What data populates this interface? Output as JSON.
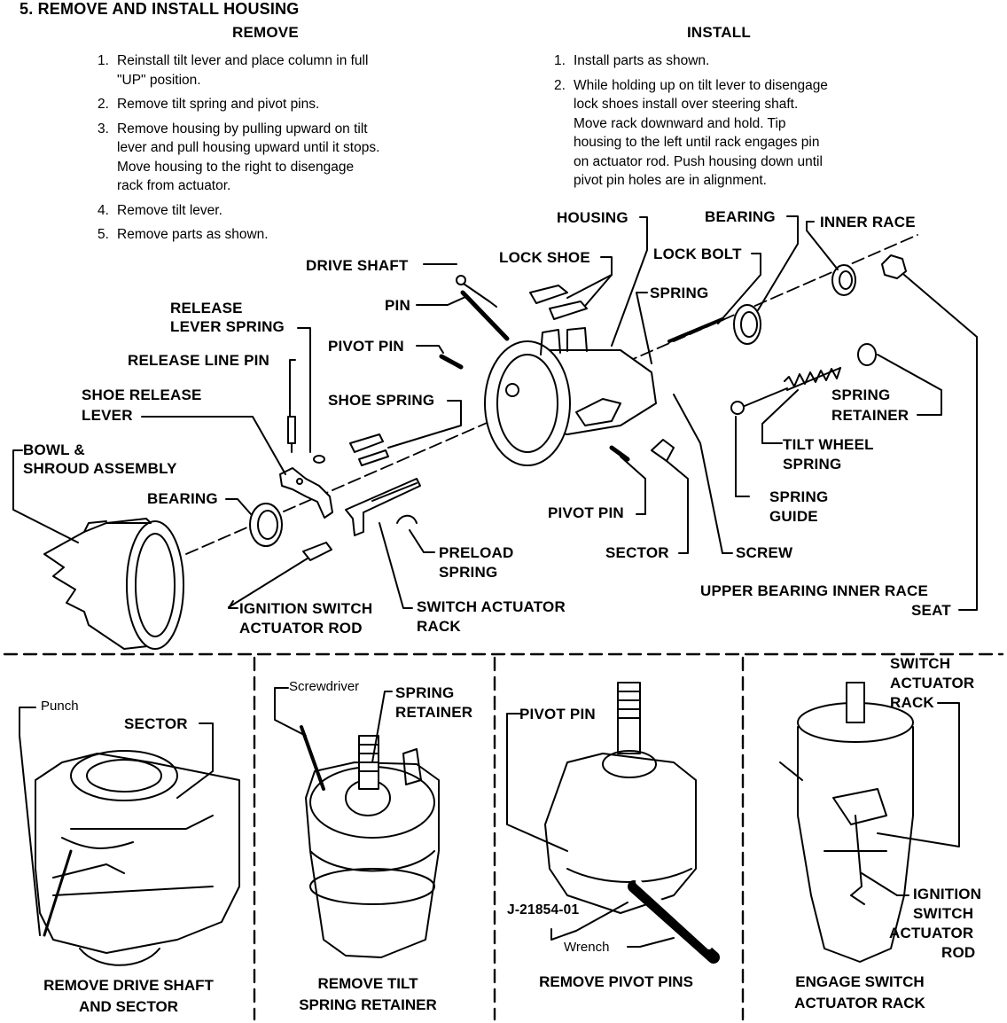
{
  "heading": "5. REMOVE AND INSTALL HOUSING",
  "remove": {
    "title": "REMOVE",
    "steps": [
      {
        "num": "1.",
        "text": "Reinstall tilt lever and place column in full\n\"UP\" position."
      },
      {
        "num": "2.",
        "text": "Remove tilt spring and pivot pins."
      },
      {
        "num": "3.",
        "text": "Remove housing by pulling upward on tilt\nlever and pull housing upward until it stops.\nMove housing to the right to disengage\nrack from actuator."
      },
      {
        "num": "4.",
        "text": "Remove tilt lever."
      },
      {
        "num": "5.",
        "text": "Remove parts as shown."
      }
    ]
  },
  "install": {
    "title": "INSTALL",
    "steps": [
      {
        "num": "1.",
        "text": "Install parts as shown."
      },
      {
        "num": "2.",
        "text": "While holding up on tilt lever to disengage\nlock shoes install over steering shaft.\nMove rack downward and hold. Tip\nhousing to the left until rack engages pin\non actuator rod. Push housing down until\npivot pin holes are in alignment."
      }
    ]
  },
  "labels": {
    "housing": "HOUSING",
    "bearing_top": "BEARING",
    "inner_race": "INNER RACE",
    "lock_shoe": "LOCK SHOE",
    "lock_bolt": "LOCK BOLT",
    "drive_shaft": "DRIVE SHAFT",
    "spring": "SPRING",
    "pin": "PIN",
    "release_lever_spring_1": "RELEASE",
    "release_lever_spring_2": "LEVER SPRING",
    "pivot_pin": "PIVOT PIN",
    "release_line_pin": "RELEASE LINE PIN",
    "shoe_spring": "SHOE SPRING",
    "shoe_release_lever_1": "SHOE RELEASE",
    "shoe_release_lever_2": "LEVER",
    "bowl_shroud_1": "BOWL &",
    "bowl_shroud_2": "SHROUD ASSEMBLY",
    "bearing_left": "BEARING",
    "spring_retainer_1": "SPRING",
    "spring_retainer_2": "RETAINER",
    "tilt_wheel_spring_1": "TILT WHEEL",
    "tilt_wheel_spring_2": "SPRING",
    "spring_guide_1": "SPRING",
    "spring_guide_2": "GUIDE",
    "pivot_pin_lower": "PIVOT PIN",
    "sector": "SECTOR",
    "screw": "SCREW",
    "preload_spring_1": "PRELOAD",
    "preload_spring_2": "SPRING",
    "upper_bearing_1": "UPPER BEARING INNER RACE",
    "upper_bearing_2": "SEAT",
    "ignition_rod_1": "IGNITION SWITCH",
    "ignition_rod_2": "ACTUATOR ROD",
    "switch_rack_1": "SWITCH ACTUATOR",
    "switch_rack_2": "RACK"
  },
  "panels": [
    {
      "caption": "REMOVE DRIVE SHAFT\nAND SECTOR",
      "label_a": "Punch",
      "label_b": "SECTOR"
    },
    {
      "caption": "REMOVE TILT\nSPRING RETAINER",
      "label_a": "Screwdriver",
      "label_b1": "SPRING",
      "label_b2": "RETAINER"
    },
    {
      "caption": "REMOVE PIVOT PINS",
      "label_a": "PIVOT PIN",
      "label_b": "J-21854-01",
      "label_c": "Wrench"
    },
    {
      "caption": "ENGAGE SWITCH\nACTUATOR RACK",
      "label_a1": "SWITCH",
      "label_a2": "ACTUATOR",
      "label_a3": "RACK",
      "label_b1": "IGNITION",
      "label_b2": "SWITCH",
      "label_b3": "ACTUATOR",
      "label_b4": "ROD"
    }
  ]
}
